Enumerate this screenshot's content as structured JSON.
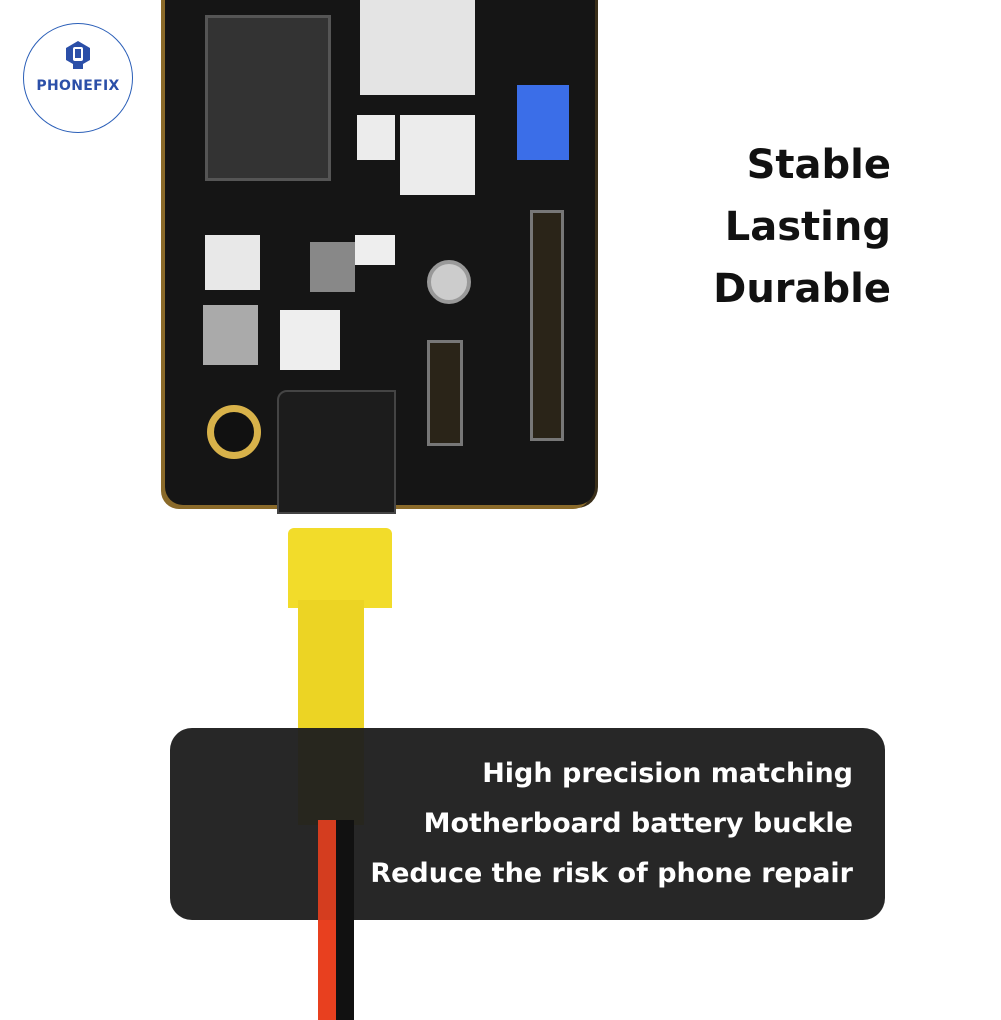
{
  "brand": {
    "name": "PHONEFIX",
    "color": "#2b4fa8"
  },
  "headline": [
    "Stable",
    "Lasting",
    "Durable"
  ],
  "features": [
    "High precision matching",
    "Motherboard battery buckle",
    "Reduce the risk of phone repair"
  ],
  "colors": {
    "connector": "#f2dc2a",
    "wire_red": "#e8401f",
    "wire_black": "#111111",
    "panel": "#1e1e1e"
  }
}
